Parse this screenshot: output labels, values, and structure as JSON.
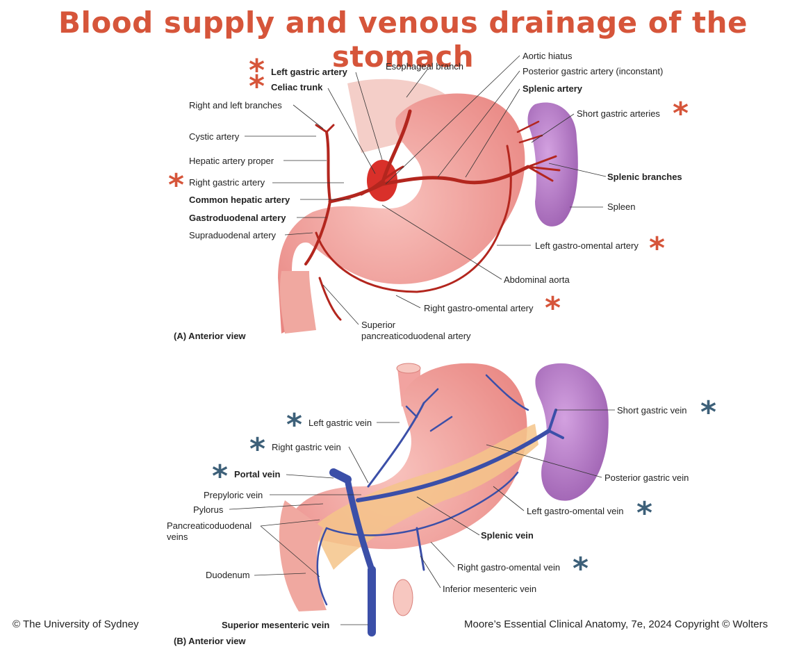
{
  "title": "Blood supply and venous drainage of the stomach",
  "colors": {
    "title": "#d6553a",
    "artery_star": "#d6553a",
    "vein_star": "#3d6079",
    "artery": "#b3261e",
    "vein": "#3b4fa8",
    "stomach": "#f2a3a0",
    "spleen": "#b078c0",
    "pancreas": "#f4c48a"
  },
  "panel_a": {
    "view": "(A)  Anterior view",
    "labels": {
      "left_gastric": "Left gastric artery",
      "celiac": "Celiac trunk",
      "esophageal": "Esophageal branch",
      "aortic_hiatus": "Aortic hiatus",
      "post_gastric": "Posterior gastric artery (inconstant)",
      "splenic_artery": "Splenic artery",
      "short_gastric": "Short gastric arteries",
      "splenic_branches": "Splenic branches",
      "spleen": "Spleen",
      "right_left_branches": "Right and left branches",
      "cystic": "Cystic artery",
      "hepatic_proper": "Hepatic artery proper",
      "right_gastric": "Right gastric artery",
      "common_hepatic": "Common hepatic artery",
      "gastroduodenal": "Gastroduodenal artery",
      "supraduodenal": "Supraduodenal artery",
      "left_gastroomental": "Left gastro-omental artery",
      "abdominal_aorta": "Abdominal aorta",
      "right_gastroomental": "Right gastro-omental artery",
      "sup_pd_1": "Superior",
      "sup_pd_2": "pancreaticoduodenal artery"
    }
  },
  "panel_b": {
    "view": "(B)  Anterior view",
    "labels": {
      "left_gastric_vein": "Left gastric vein",
      "right_gastric_vein": "Right gastric vein",
      "portal": "Portal vein",
      "prepyloric": "Prepyloric vein",
      "pylorus": "Pylorus",
      "pd_veins_1": "Pancreaticoduodenal",
      "pd_veins_2": "veins",
      "duodenum": "Duodenum",
      "sup_mesenteric": "Superior mesenteric vein",
      "short_gastric_vein": "Short gastric vein",
      "post_gastric_vein": "Posterior gastric vein",
      "left_go_vein": "Left gastro-omental vein",
      "splenic_vein": "Splenic vein",
      "right_go_vein": "Right gastro-omental vein",
      "inf_mesenteric": "Inferior mesenteric vein"
    }
  },
  "asterisk": "*",
  "footer": {
    "left": "© The University of Sydney",
    "right": "Moore’s Essential Clinical Anatomy, 7e,  2024 Copyright © Wolters"
  }
}
